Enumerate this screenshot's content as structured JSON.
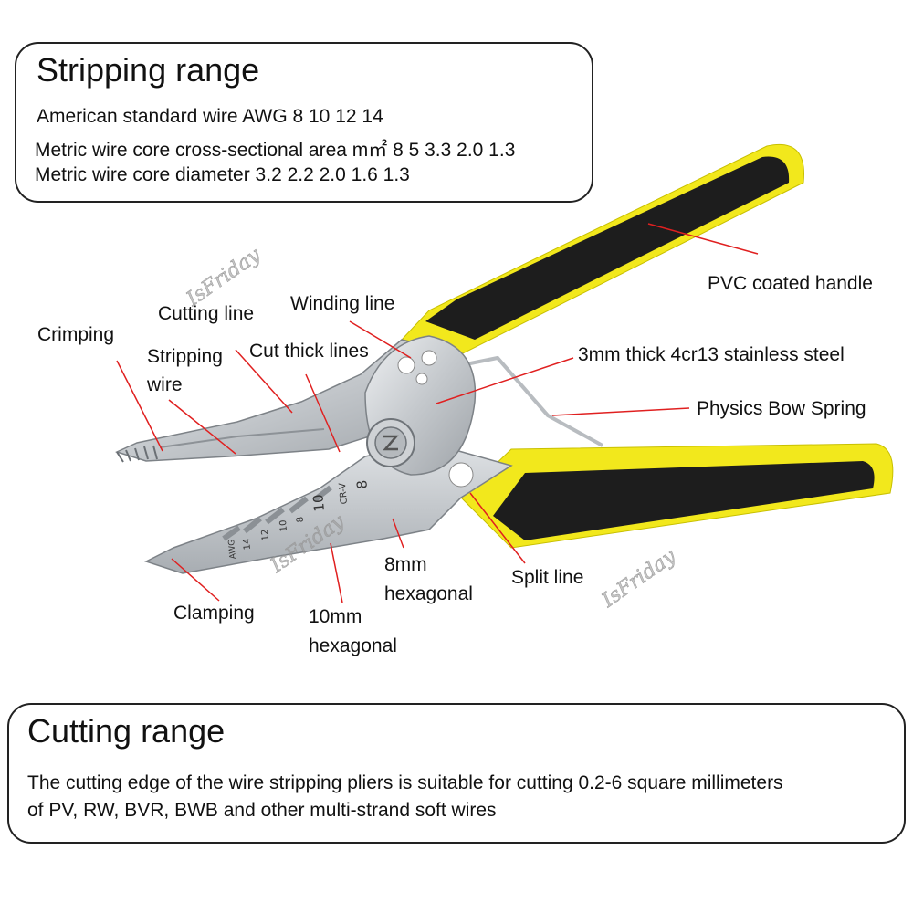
{
  "stripping_box": {
    "title": "Stripping range",
    "line1": "American standard wire AWG 8 10 12 14",
    "line2": "Metric wire core cross-sectional area m㎡ 8 5 3.3 2.0 1.3",
    "line3": "Metric wire core diameter 3.2 2.2 2.0 1.6 1.3"
  },
  "cutting_box": {
    "title": "Cutting range",
    "line1": "The cutting edge of the wire stripping pliers is suitable for cutting 0.2-6 square millimeters",
    "line2": "of PV, RW, BVR, BWB and other multi-strand soft wires"
  },
  "labels": {
    "crimping": "Crimping",
    "cutting_line": "Cutting line",
    "stripping_wire_1": "Stripping",
    "stripping_wire_2": "wire",
    "winding_line": "Winding line",
    "cut_thick_lines": "Cut thick lines",
    "pvc_handle": "PVC coated handle",
    "steel": "3mm thick 4cr13 stainless steel",
    "spring": "Physics Bow Spring",
    "hex8_1": "8mm",
    "hex8_2": "hexagonal",
    "split_line": "Split line",
    "clamping": "Clamping",
    "hex10_1": "10mm",
    "hex10_2": "hexagonal"
  },
  "jaw_marks": {
    "gauge_14": "14",
    "gauge_12": "12",
    "gauge_10": "10",
    "gauge_8": "8",
    "awg": "AWG",
    "size_10": "10",
    "crv": "CR-V",
    "size_8": "8"
  },
  "watermark": "IsFriday",
  "colors": {
    "handle_yellow": "#f2e81c",
    "handle_black": "#1d1d1d",
    "steel": "#c9ccd0",
    "leader_red": "#e02020"
  }
}
